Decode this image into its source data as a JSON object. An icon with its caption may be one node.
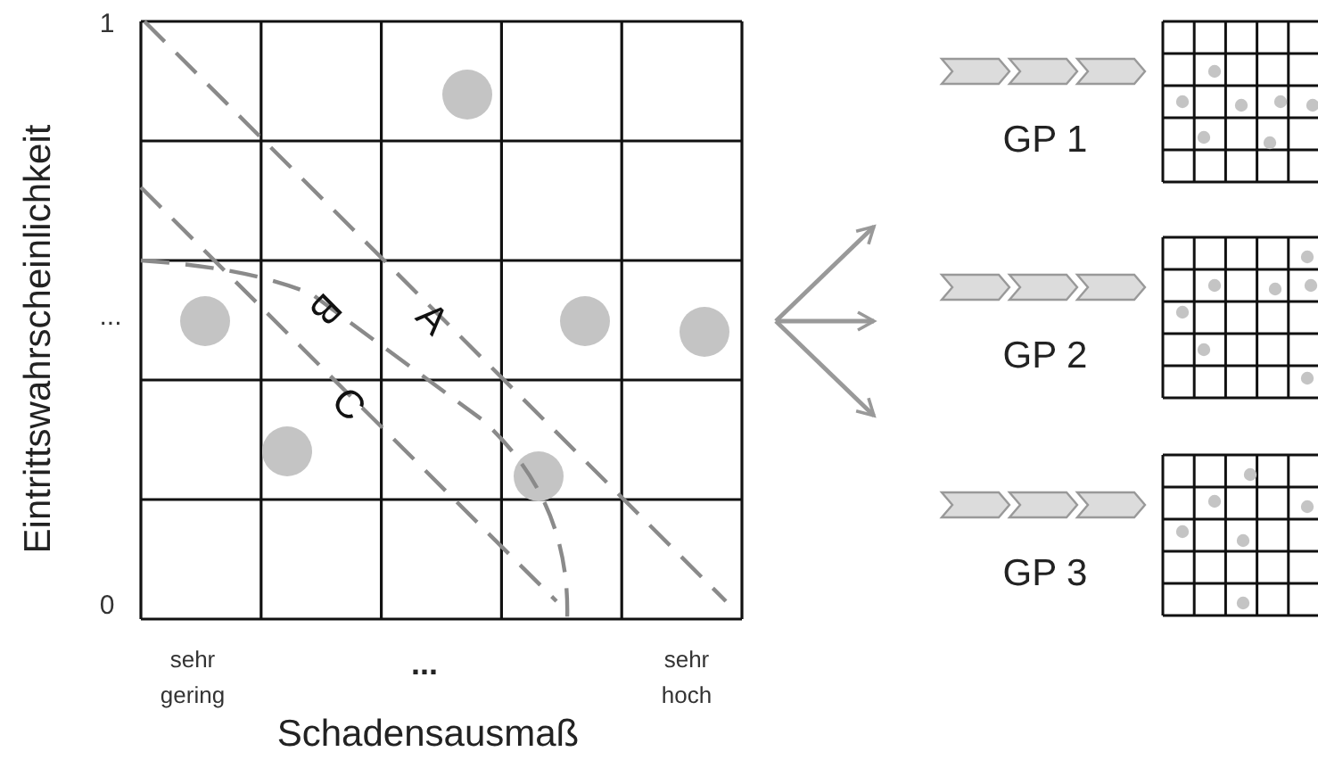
{
  "diagram": {
    "nodes": [
      {
        "text": [
          "GP 1"
        ]
      },
      {
        "text": [
          "GP 2"
        ]
      },
      {
        "text": [
          "GP 3"
        ]
      }
    ],
    "labels": [
      "1",
      "...",
      "0",
      "Eintrittswahrscheinlichkeit",
      "A",
      "B",
      "C",
      "sehr gering",
      "...",
      "sehr hoch",
      "Schadensausmaß"
    ]
  }
}
